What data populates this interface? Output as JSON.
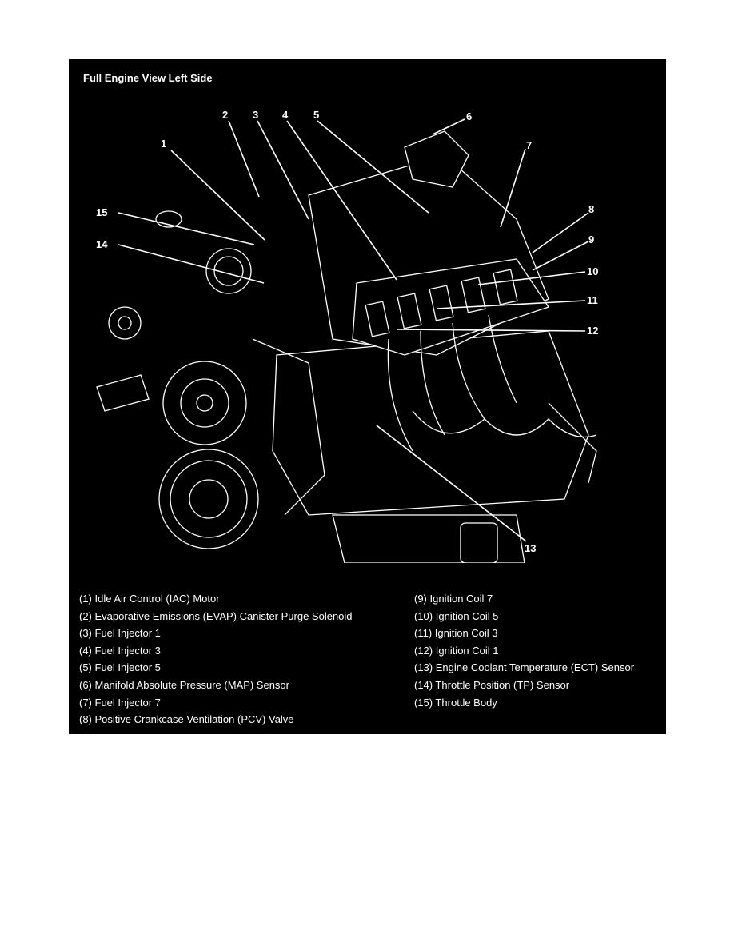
{
  "title": "Full Engine View Left Side",
  "callouts": [
    "1",
    "2",
    "3",
    "4",
    "5",
    "6",
    "7",
    "8",
    "9",
    "10",
    "11",
    "12",
    "13",
    "14",
    "15"
  ],
  "legend_left": [
    "(1) Idle Air Control (IAC) Motor",
    "(2) Evaporative Emissions (EVAP) Canister Purge Solenoid",
    "(3) Fuel Injector 1",
    "(4) Fuel Injector 3",
    "(5) Fuel Injector 5",
    "(6) Manifold Absolute Pressure (MAP) Sensor",
    "(7) Fuel Injector 7",
    "(8) Positive Crankcase Ventilation (PCV) Valve"
  ],
  "legend_right": [
    "(9) Ignition Coil 7",
    "(10) Ignition Coil 5",
    "(11) Ignition Coil 3",
    "(12) Ignition Coil 1",
    "(13) Engine Coolant Temperature (ECT) Sensor",
    "(14) Throttle Position (TP) Sensor",
    "(15) Throttle Body"
  ]
}
